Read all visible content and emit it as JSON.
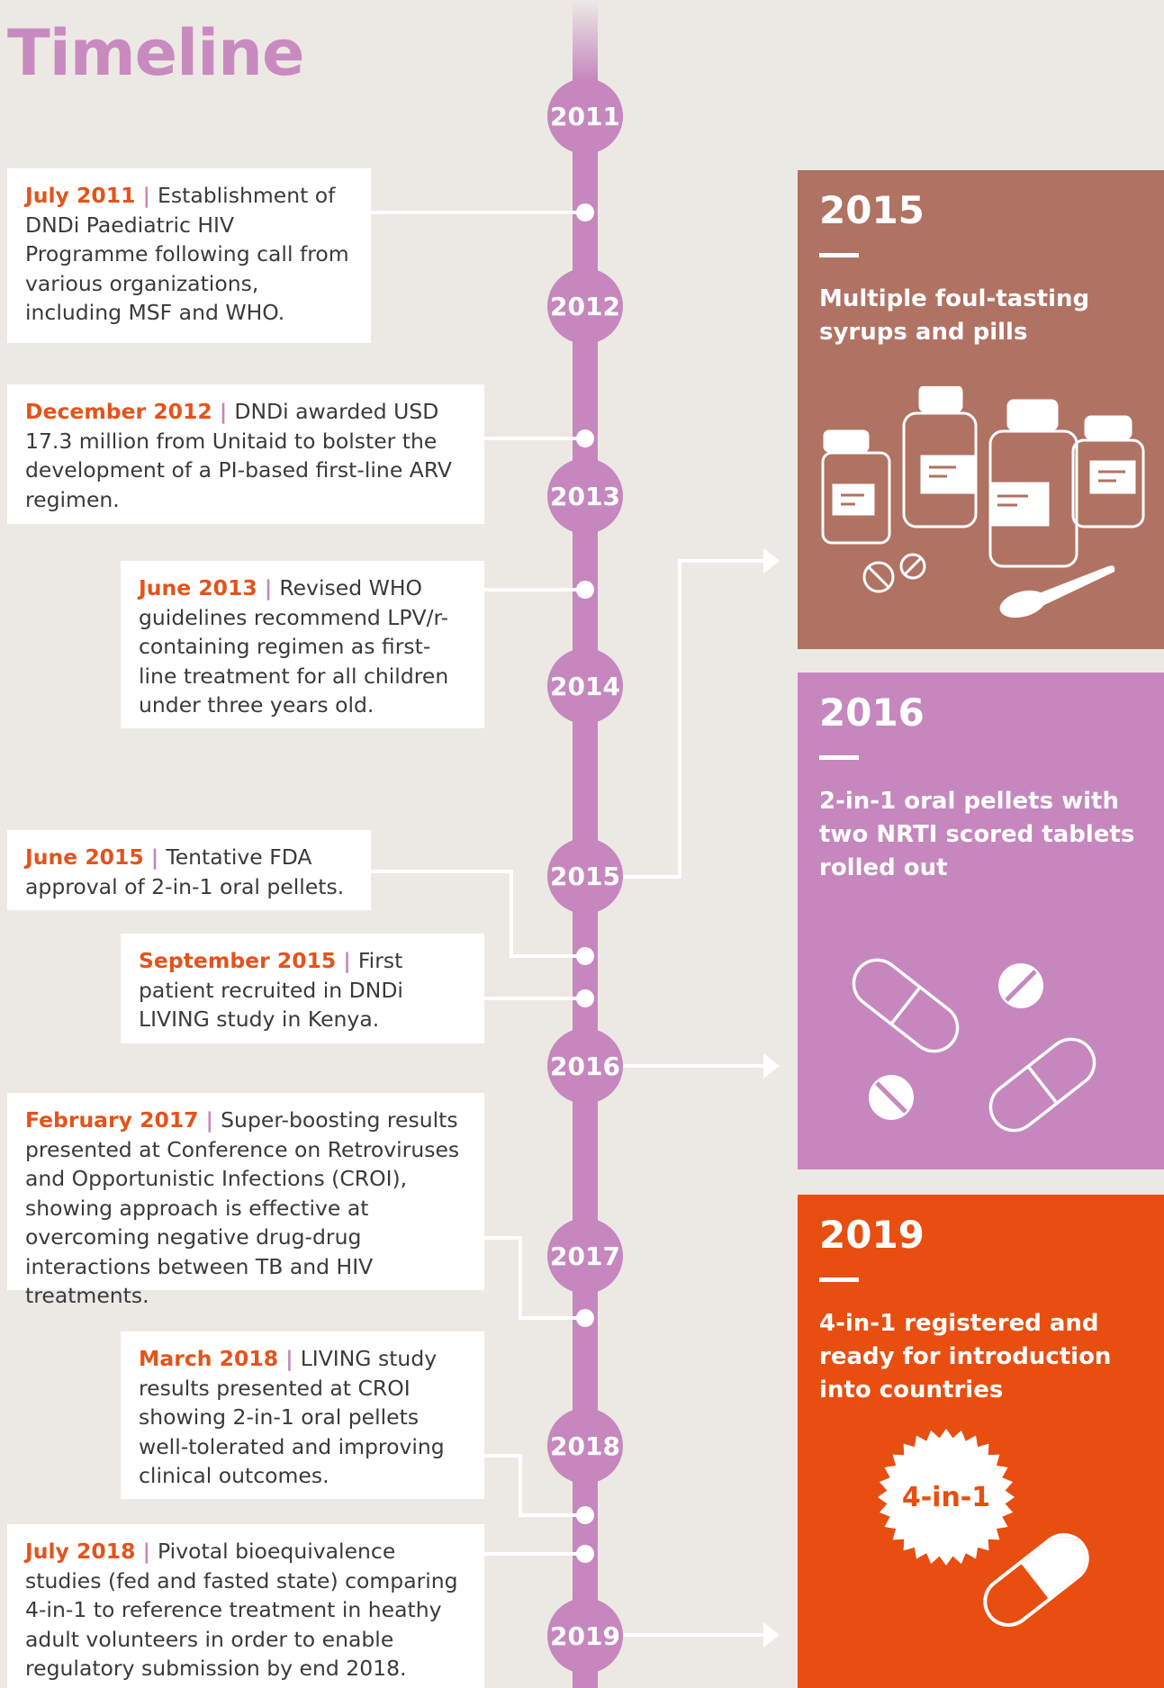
{
  "title": "Timeline",
  "years": [
    "2011",
    "2012",
    "2013",
    "2014",
    "2015",
    "2016",
    "2017",
    "2018",
    "2019"
  ],
  "events": [
    {
      "date": "July 2011",
      "separator": "|",
      "text": "Establishment of DNDi Paediatric HIV Programme following call from various organizations, including MSF and WHO."
    },
    {
      "date": "December 2012",
      "separator": "|",
      "text": "DNDi awarded USD 17.3 million from Unitaid to bolster the development of a PI-based first-line ARV regimen."
    },
    {
      "date": "June 2013",
      "separator": "|",
      "text": "Revised WHO guidelines recommend LPV/r-containing regimen as first-line treatment for all children under three years old."
    },
    {
      "date": "June 2015",
      "separator": "|",
      "text": "Tentative FDA approval of 2-in-1 oral pellets."
    },
    {
      "date": "September 2015",
      "separator": "|",
      "text": "First patient recruited in DNDi LIVING study in Kenya."
    },
    {
      "date": "February 2017",
      "separator": "|",
      "text": "Super-boosting results presented at Conference on Retroviruses and Opportunistic Infections (CROI), showing approach is effective at overcoming negative drug-drug interactions between TB and HIV treatments."
    },
    {
      "date": "March 2018",
      "separator": "|",
      "text": "LIVING study results presented at CROI showing 2-in-1 oral pellets well-tolerated and improving clinical outcomes."
    },
    {
      "date": "July 2018",
      "separator": "|",
      "text": "Pivotal bioequivalence studies (fed and fasted state) comparing 4-in-1 to reference treatment in heathy adult volunteers in order to enable regulatory submission by end 2018."
    }
  ],
  "panels": [
    {
      "year": "2015",
      "text": "Multiple foul-tasting syrups and pills",
      "color": "#b07263",
      "icon": "medicine-bottles-icon"
    },
    {
      "year": "2016",
      "text": "2-in-1 oral pellets with two NRTI scored tablets rolled out",
      "color": "#c587bd",
      "icon": "pills-icon"
    },
    {
      "year": "2019",
      "text": "4-in-1 registered and ready for introduction into countries",
      "color": "#e84e10",
      "icon": "capsule-seal-icon",
      "seal_text": "4-in-1"
    }
  ],
  "colors": {
    "background": "#ece9e5",
    "spine": "#c587bd",
    "date": "#e4531b",
    "separator": "#c587bd",
    "text": "#3a3a3a"
  }
}
